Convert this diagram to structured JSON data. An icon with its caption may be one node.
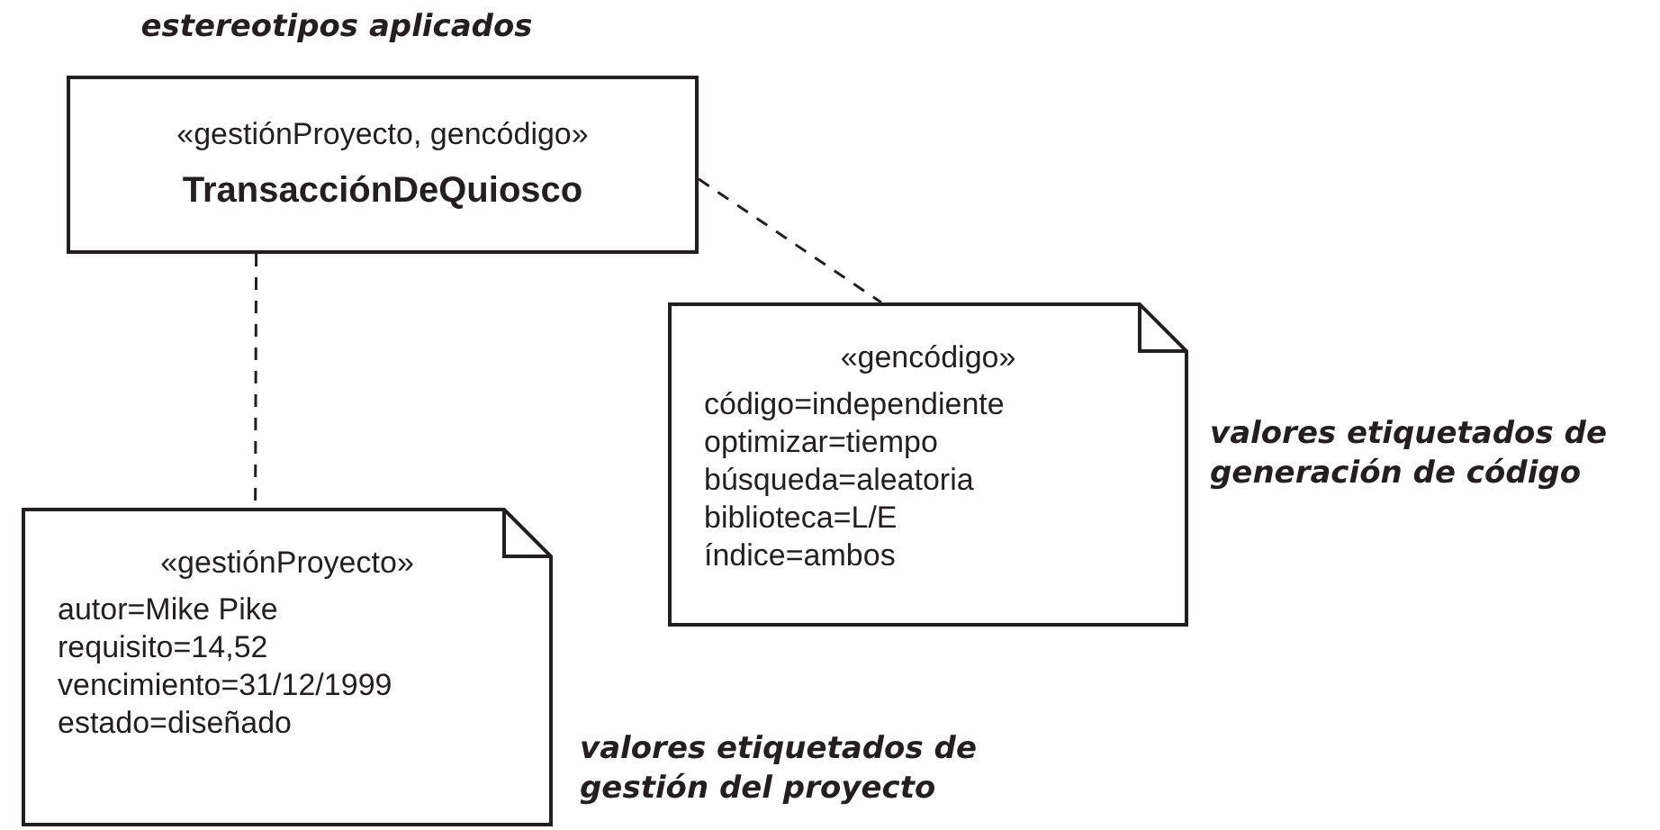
{
  "diagram": {
    "nodes": [
      {
        "text": [
          "«gestiónProyecto, gencódigo»",
          "TransacciónDeQuiosco"
        ],
        "beside": [
          "estereotipos aplicados"
        ]
      },
      {
        "text": [
          "«gencódigo»",
          "código=independiente",
          "optimizar=tiempo",
          "búsqueda=aleatoria",
          "biblioteca=L/E",
          "índice=ambos"
        ],
        "beside": [
          "valores etiquetados de generación de código"
        ]
      },
      {
        "text": [
          "«gestiónProyecto»",
          "autor=Mike Pike",
          "requisito=14,52",
          "vencimiento=31/12/1999",
          "estado=diseñado"
        ],
        "beside": [
          "valores etiquetados de gestión del proyecto"
        ]
      }
    ],
    "edges": [
      {
        "from": 0,
        "to": 1,
        "arrow": "none",
        "style": "dashed"
      },
      {
        "from": 0,
        "to": 2,
        "arrow": "none",
        "style": "dashed"
      }
    ]
  }
}
